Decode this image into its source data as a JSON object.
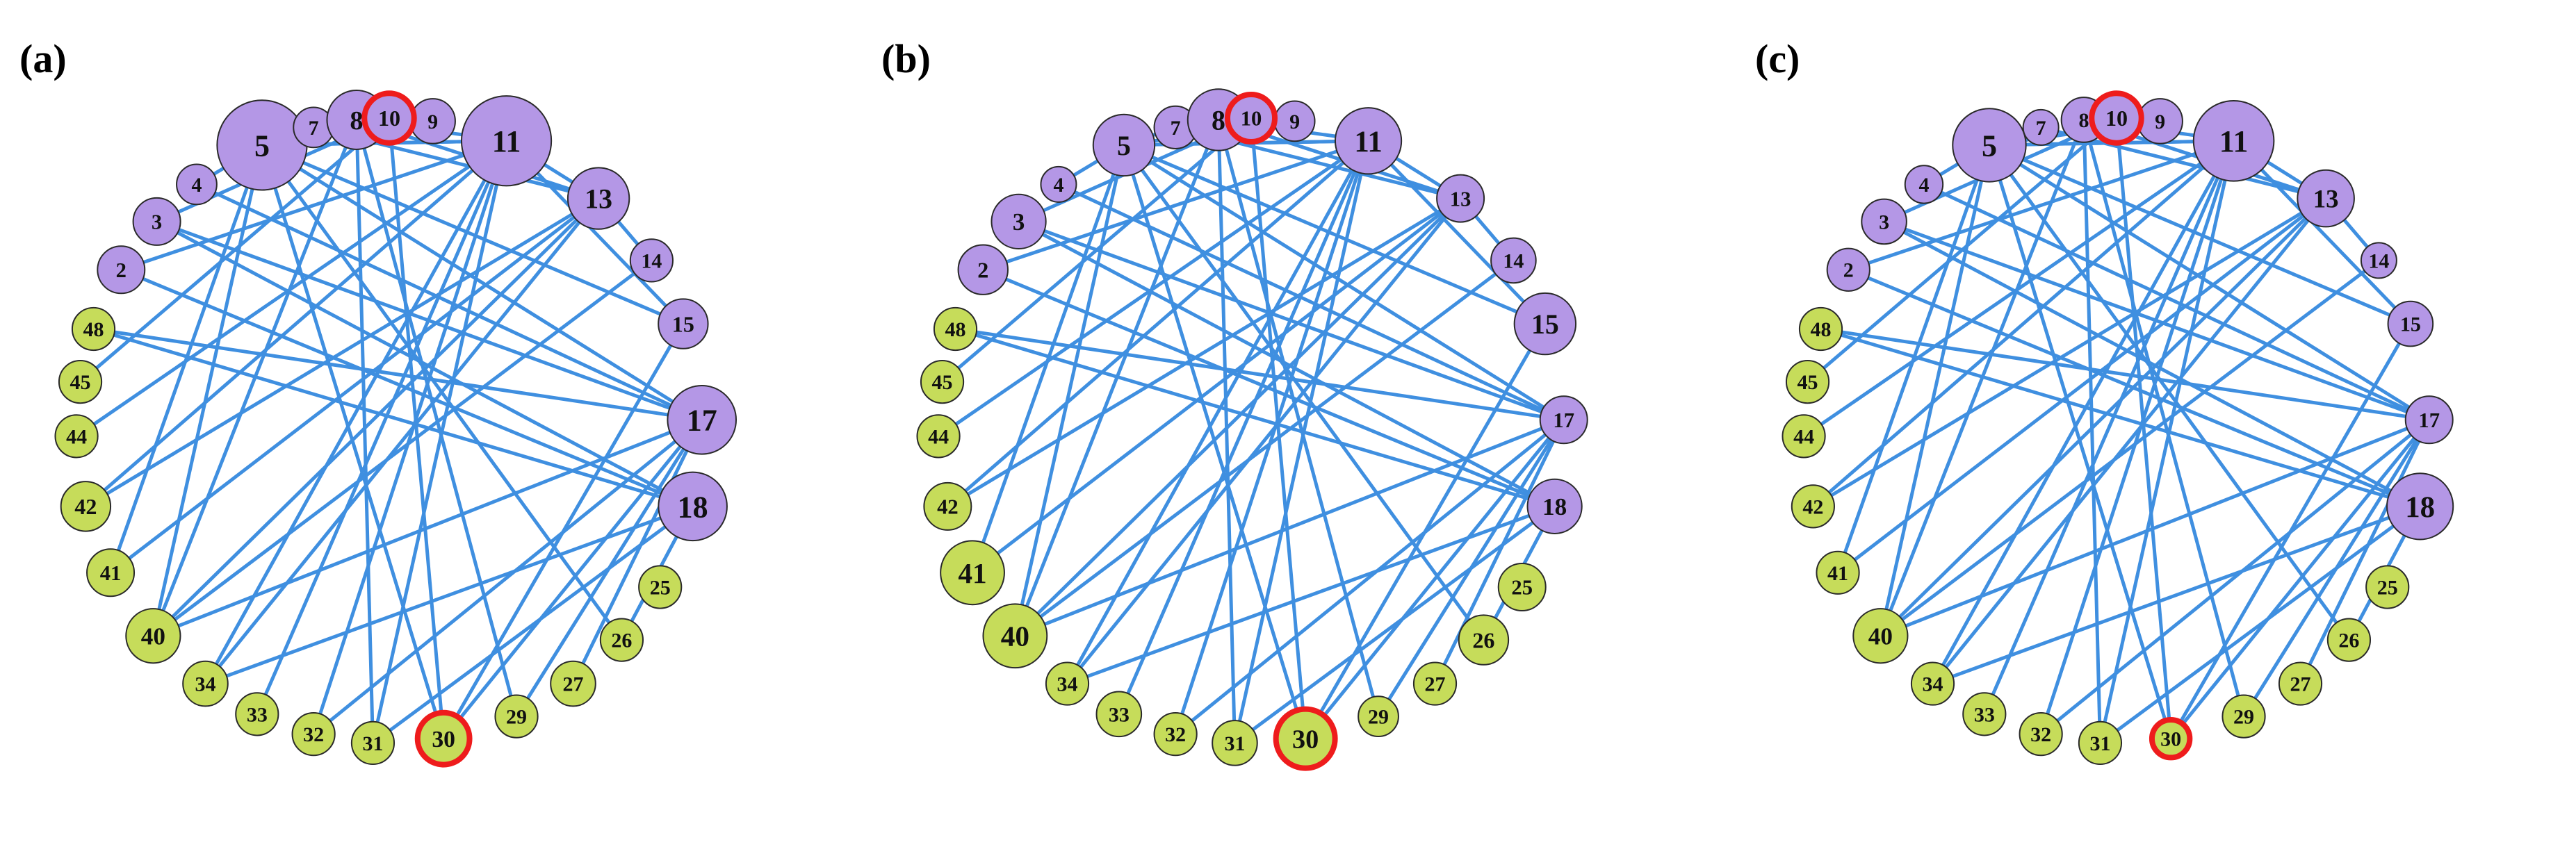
{
  "colors": {
    "edge": "#3f8fe0",
    "purple_fill": "#b497e6",
    "green_fill": "#c6dc5a",
    "node_stroke": "#2a2a2a",
    "highlight_stroke": "#ee1c1c"
  },
  "panels": [
    {
      "label": "(a)",
      "nodes": [
        {
          "id": "2",
          "group": "purple",
          "size": 1.0
        },
        {
          "id": "3",
          "group": "purple",
          "size": 1.0
        },
        {
          "id": "4",
          "group": "purple",
          "size": 0.85
        },
        {
          "id": "5",
          "group": "purple",
          "size": 1.9
        },
        {
          "id": "7",
          "group": "purple",
          "size": 0.85
        },
        {
          "id": "8",
          "group": "purple",
          "size": 1.25
        },
        {
          "id": "9",
          "group": "purple",
          "size": 0.95
        },
        {
          "id": "10",
          "group": "purple",
          "size": 1.05,
          "highlight": true
        },
        {
          "id": "11",
          "group": "purple",
          "size": 1.9
        },
        {
          "id": "13",
          "group": "purple",
          "size": 1.3
        },
        {
          "id": "14",
          "group": "purple",
          "size": 0.9
        },
        {
          "id": "15",
          "group": "purple",
          "size": 1.05
        },
        {
          "id": "17",
          "group": "purple",
          "size": 1.45
        },
        {
          "id": "18",
          "group": "purple",
          "size": 1.45
        },
        {
          "id": "25",
          "group": "green",
          "size": 0.9
        },
        {
          "id": "26",
          "group": "green",
          "size": 0.9
        },
        {
          "id": "27",
          "group": "green",
          "size": 0.95
        },
        {
          "id": "29",
          "group": "green",
          "size": 0.9
        },
        {
          "id": "30",
          "group": "green",
          "size": 1.1,
          "highlight": true
        },
        {
          "id": "31",
          "group": "green",
          "size": 0.9
        },
        {
          "id": "32",
          "group": "green",
          "size": 0.9
        },
        {
          "id": "33",
          "group": "green",
          "size": 0.9
        },
        {
          "id": "34",
          "group": "green",
          "size": 0.95
        },
        {
          "id": "40",
          "group": "green",
          "size": 1.15
        },
        {
          "id": "41",
          "group": "green",
          "size": 1.0
        },
        {
          "id": "42",
          "group": "green",
          "size": 1.05
        },
        {
          "id": "44",
          "group": "green",
          "size": 0.9
        },
        {
          "id": "45",
          "group": "green",
          "size": 0.9
        },
        {
          "id": "48",
          "group": "green",
          "size": 0.9
        }
      ]
    },
    {
      "label": "(b)",
      "nodes": [
        {
          "id": "2",
          "group": "purple",
          "size": 1.05
        },
        {
          "id": "3",
          "group": "purple",
          "size": 1.15
        },
        {
          "id": "4",
          "group": "purple",
          "size": 0.75
        },
        {
          "id": "5",
          "group": "purple",
          "size": 1.3
        },
        {
          "id": "7",
          "group": "purple",
          "size": 0.9
        },
        {
          "id": "8",
          "group": "purple",
          "size": 1.3
        },
        {
          "id": "9",
          "group": "purple",
          "size": 0.85
        },
        {
          "id": "10",
          "group": "purple",
          "size": 1.0,
          "highlight": true
        },
        {
          "id": "11",
          "group": "purple",
          "size": 1.4
        },
        {
          "id": "13",
          "group": "purple",
          "size": 1.0
        },
        {
          "id": "14",
          "group": "purple",
          "size": 0.95
        },
        {
          "id": "15",
          "group": "purple",
          "size": 1.3
        },
        {
          "id": "17",
          "group": "purple",
          "size": 1.0
        },
        {
          "id": "18",
          "group": "purple",
          "size": 1.15
        },
        {
          "id": "25",
          "group": "green",
          "size": 1.0
        },
        {
          "id": "26",
          "group": "green",
          "size": 1.05
        },
        {
          "id": "27",
          "group": "green",
          "size": 0.9
        },
        {
          "id": "29",
          "group": "green",
          "size": 0.85
        },
        {
          "id": "30",
          "group": "green",
          "size": 1.25,
          "highlight": true
        },
        {
          "id": "31",
          "group": "green",
          "size": 0.95
        },
        {
          "id": "32",
          "group": "green",
          "size": 0.9
        },
        {
          "id": "33",
          "group": "green",
          "size": 0.95
        },
        {
          "id": "34",
          "group": "green",
          "size": 0.9
        },
        {
          "id": "40",
          "group": "green",
          "size": 1.35
        },
        {
          "id": "41",
          "group": "green",
          "size": 1.35
        },
        {
          "id": "42",
          "group": "green",
          "size": 1.0
        },
        {
          "id": "44",
          "group": "green",
          "size": 0.9
        },
        {
          "id": "45",
          "group": "green",
          "size": 0.9
        },
        {
          "id": "48",
          "group": "green",
          "size": 0.9
        }
      ]
    },
    {
      "label": "(c)",
      "nodes": [
        {
          "id": "2",
          "group": "purple",
          "size": 0.9
        },
        {
          "id": "3",
          "group": "purple",
          "size": 0.95
        },
        {
          "id": "4",
          "group": "purple",
          "size": 0.8
        },
        {
          "id": "5",
          "group": "purple",
          "size": 1.55
        },
        {
          "id": "7",
          "group": "purple",
          "size": 0.75
        },
        {
          "id": "8",
          "group": "purple",
          "size": 0.95
        },
        {
          "id": "9",
          "group": "purple",
          "size": 0.95
        },
        {
          "id": "10",
          "group": "purple",
          "size": 1.05,
          "highlight": true
        },
        {
          "id": "11",
          "group": "purple",
          "size": 1.7
        },
        {
          "id": "13",
          "group": "purple",
          "size": 1.2
        },
        {
          "id": "14",
          "group": "purple",
          "size": 0.75
        },
        {
          "id": "15",
          "group": "purple",
          "size": 0.95
        },
        {
          "id": "17",
          "group": "purple",
          "size": 1.0
        },
        {
          "id": "18",
          "group": "purple",
          "size": 1.4
        },
        {
          "id": "25",
          "group": "green",
          "size": 0.9
        },
        {
          "id": "26",
          "group": "green",
          "size": 0.9
        },
        {
          "id": "27",
          "group": "green",
          "size": 0.9
        },
        {
          "id": "29",
          "group": "green",
          "size": 0.9
        },
        {
          "id": "30",
          "group": "green",
          "size": 0.8,
          "highlight": true
        },
        {
          "id": "31",
          "group": "green",
          "size": 0.9
        },
        {
          "id": "32",
          "group": "green",
          "size": 0.9
        },
        {
          "id": "33",
          "group": "green",
          "size": 0.9
        },
        {
          "id": "34",
          "group": "green",
          "size": 0.9
        },
        {
          "id": "40",
          "group": "green",
          "size": 1.15
        },
        {
          "id": "41",
          "group": "green",
          "size": 0.9
        },
        {
          "id": "42",
          "group": "green",
          "size": 0.9
        },
        {
          "id": "44",
          "group": "green",
          "size": 0.9
        },
        {
          "id": "45",
          "group": "green",
          "size": 0.9
        },
        {
          "id": "48",
          "group": "green",
          "size": 0.9
        }
      ]
    }
  ],
  "edges": [
    [
      "5",
      "17"
    ],
    [
      "5",
      "30"
    ],
    [
      "5",
      "26"
    ],
    [
      "5",
      "15"
    ],
    [
      "5",
      "40"
    ],
    [
      "5",
      "41"
    ],
    [
      "5",
      "11"
    ],
    [
      "8",
      "40"
    ],
    [
      "8",
      "29"
    ],
    [
      "8",
      "31"
    ],
    [
      "8",
      "13"
    ],
    [
      "8",
      "11"
    ],
    [
      "10",
      "30"
    ],
    [
      "10",
      "45"
    ],
    [
      "10",
      "3"
    ],
    [
      "11",
      "33"
    ],
    [
      "11",
      "32"
    ],
    [
      "11",
      "31"
    ],
    [
      "11",
      "44"
    ],
    [
      "11",
      "42"
    ],
    [
      "11",
      "34"
    ],
    [
      "11",
      "5"
    ],
    [
      "11",
      "2"
    ],
    [
      "11",
      "13"
    ],
    [
      "13",
      "42"
    ],
    [
      "13",
      "41"
    ],
    [
      "13",
      "34"
    ],
    [
      "13",
      "40"
    ],
    [
      "13",
      "7"
    ],
    [
      "3",
      "17"
    ],
    [
      "3",
      "18"
    ],
    [
      "17",
      "48"
    ],
    [
      "17",
      "40"
    ],
    [
      "17",
      "32"
    ],
    [
      "17",
      "30"
    ],
    [
      "17",
      "29"
    ],
    [
      "17",
      "27"
    ],
    [
      "17",
      "4"
    ],
    [
      "18",
      "48"
    ],
    [
      "18",
      "34"
    ],
    [
      "18",
      "31"
    ],
    [
      "18",
      "26"
    ],
    [
      "18",
      "2"
    ],
    [
      "15",
      "30"
    ],
    [
      "14",
      "40"
    ],
    [
      "9",
      "5"
    ],
    [
      "7",
      "5"
    ],
    [
      "4",
      "5"
    ],
    [
      "8",
      "9"
    ],
    [
      "11",
      "15"
    ],
    [
      "13",
      "14"
    ]
  ]
}
